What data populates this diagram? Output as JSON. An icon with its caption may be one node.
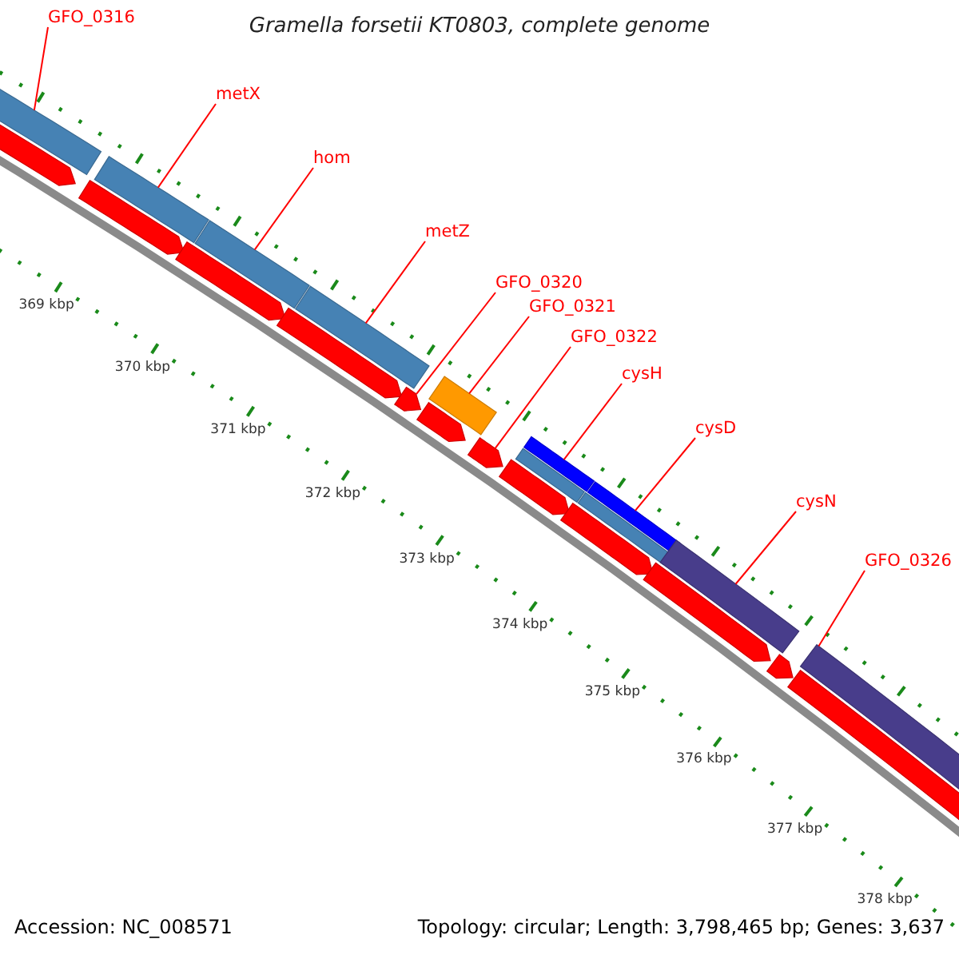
{
  "diagram": {
    "title": "Gramella forsetii KT0803, complete genome",
    "nodes": [
      {
        "text": [
          "GFO_0316"
        ]
      },
      {
        "text": [
          "metX"
        ]
      },
      {
        "text": [
          "hom"
        ]
      },
      {
        "text": [
          "metZ"
        ]
      },
      {
        "text": [
          "GFO_0320"
        ]
      },
      {
        "text": [
          "GFO_0321"
        ]
      },
      {
        "text": [
          "GFO_0322"
        ]
      },
      {
        "text": [
          "cysH"
        ]
      },
      {
        "text": [
          "cysD"
        ]
      },
      {
        "text": [
          "cysN"
        ]
      },
      {
        "text": [
          "GFO_0326"
        ]
      },
      {
        "text": [],
        "shape": "bar"
      },
      {
        "text": [],
        "shape": "pentagon"
      },
      {
        "text": [],
        "shape": "pentagon"
      },
      {
        "text": [],
        "shape": "bar"
      },
      {
        "text": [],
        "shape": "bar"
      },
      {
        "text": [],
        "shape": "pentagon"
      },
      {
        "text": [],
        "shape": "pentagon"
      },
      {
        "text": [],
        "shape": "bar"
      },
      {
        "text": [],
        "shape": "pentagon"
      },
      {
        "text": [],
        "shape": "pentagon"
      },
      {
        "text": [],
        "shape": "bar"
      },
      {
        "text": [],
        "shape": "pentagon"
      },
      {
        "text": [],
        "shape": "pentagon"
      },
      {
        "text": [],
        "shape": "bar"
      },
      {
        "text": [],
        "shape": "pentagon"
      },
      {
        "text": [],
        "shape": "bar"
      },
      {
        "text": [],
        "shape": "pentagon"
      },
      {
        "text": [],
        "shape": "bar"
      },
      {
        "text": [],
        "shape": "pentagon"
      },
      {
        "text": [],
        "shape": "pentagon"
      },
      {
        "text": [],
        "shape": "bar"
      }
    ],
    "edges": [
      {
        "from": 0,
        "to": 11,
        "arrow": "none"
      },
      {
        "from": 1,
        "to": 14,
        "arrow": "none"
      },
      {
        "from": 2,
        "to": 15,
        "arrow": "none"
      },
      {
        "from": 3,
        "to": 18,
        "arrow": "none"
      },
      {
        "from": 4,
        "to": 19,
        "arrow": "none"
      },
      {
        "from": 5,
        "to": 21,
        "arrow": "none"
      },
      {
        "from": 6,
        "to": 22,
        "arrow": "none"
      },
      {
        "from": 7,
        "to": 24,
        "arrow": "none"
      },
      {
        "from": 8,
        "to": 26,
        "arrow": "none"
      },
      {
        "from": 9,
        "to": 28,
        "arrow": "none"
      },
      {
        "from": 10,
        "to": 31,
        "arrow": "none"
      }
    ],
    "labels": [
      "369 kbp",
      "370 kbp",
      "371 kbp",
      "372 kbp",
      "373 kbp",
      "374 kbp",
      "375 kbp",
      "376 kbp",
      "377 kbp",
      "378 kbp",
      "Accession: NC_008571",
      "Topology: circular; Length: 3,798,465 bp; Genes: 3,637"
    ]
  }
}
